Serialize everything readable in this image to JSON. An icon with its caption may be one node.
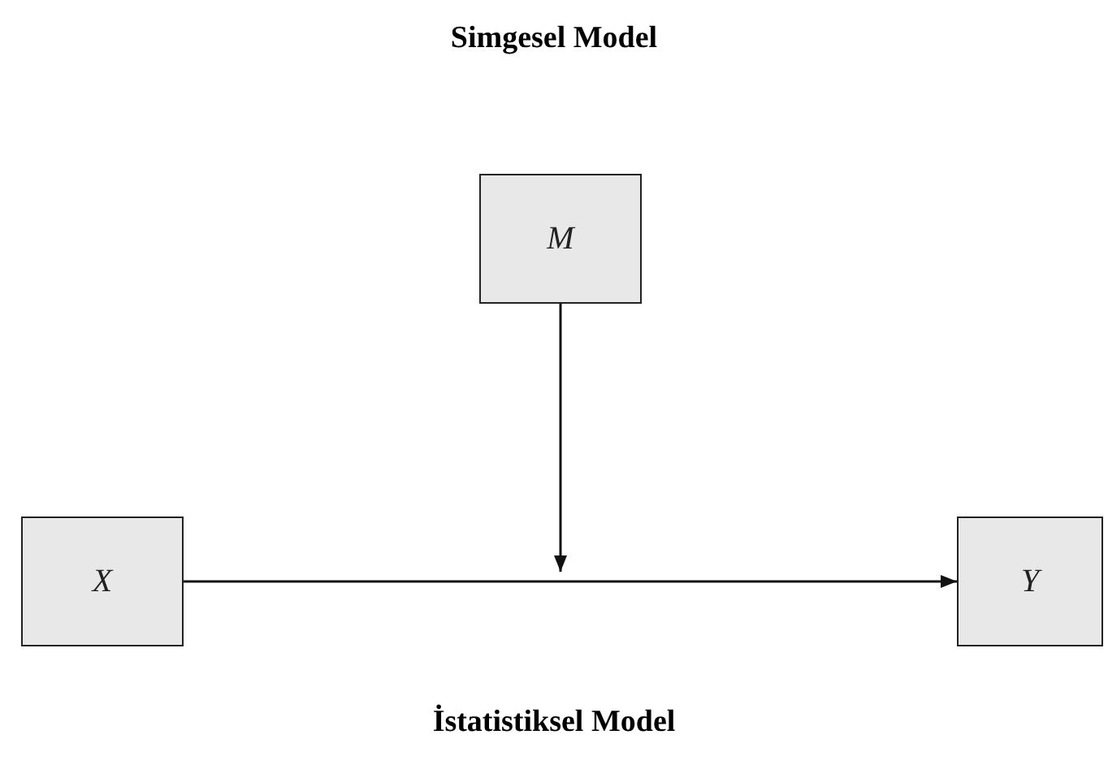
{
  "diagram": {
    "title": "Simgesel Model",
    "caption": "İstatistiksel Model",
    "nodes": [
      {
        "text": [
          "M"
        ]
      },
      {
        "text": [
          "X"
        ]
      },
      {
        "text": [
          "Y"
        ]
      }
    ],
    "edges": [
      {
        "from": 1,
        "to": 2,
        "arrow": "to"
      },
      {
        "from": 0,
        "to": null,
        "arrow": "to"
      }
    ]
  }
}
